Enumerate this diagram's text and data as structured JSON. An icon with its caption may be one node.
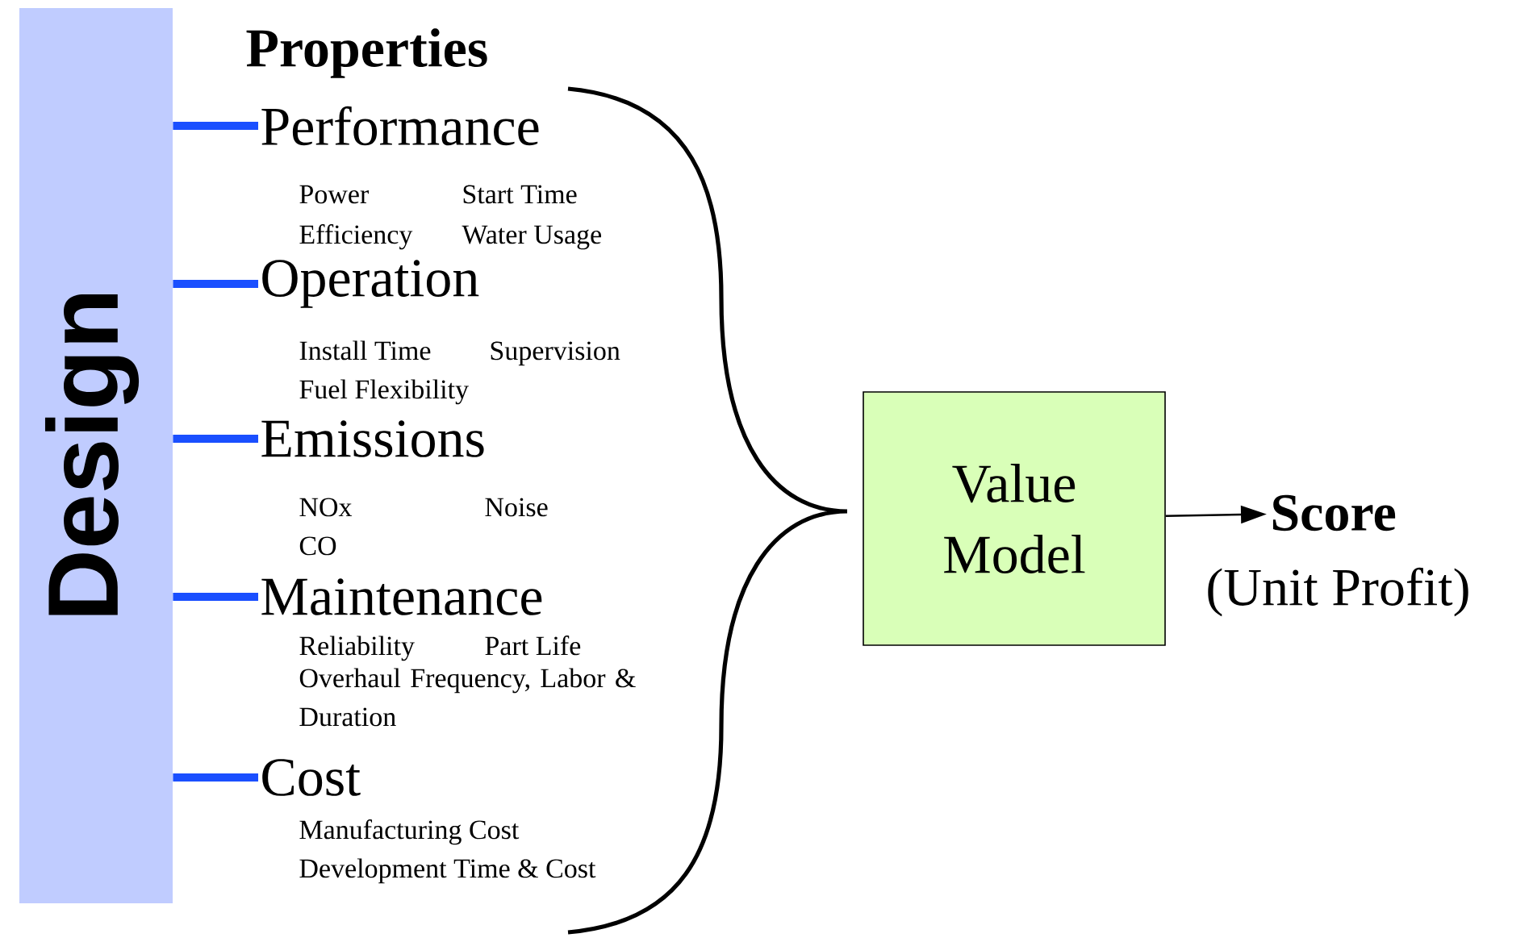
{
  "diagram": {
    "nodes": [
      {
        "text": [
          "Design"
        ]
      },
      {
        "text": [
          "Performance",
          "Power",
          "Start Time",
          "Efficiency",
          "Water Usage"
        ]
      },
      {
        "text": [
          "Operation",
          "Install Time",
          "Supervision",
          "Fuel Flexibility"
        ]
      },
      {
        "text": [
          "Emissions",
          "NOx",
          "Noise",
          "CO"
        ]
      },
      {
        "text": [
          "Maintenance",
          "Reliability",
          "Part Life",
          "Overhaul Frequency, Labor & Duration"
        ]
      },
      {
        "text": [
          "Cost",
          "Manufacturing Cost",
          "Development Time & Cost"
        ]
      },
      {
        "text": [
          "Value Model"
        ]
      },
      {
        "text": [
          "Score",
          "(Unit Profit)"
        ]
      }
    ],
    "edges": [
      {
        "from": 0,
        "to": 1,
        "arrow": "none"
      },
      {
        "from": 0,
        "to": 2,
        "arrow": "none"
      },
      {
        "from": 0,
        "to": 3,
        "arrow": "none"
      },
      {
        "from": 0,
        "to": 4,
        "arrow": "none"
      },
      {
        "from": 0,
        "to": 5,
        "arrow": "none"
      },
      {
        "from": 6,
        "to": 7,
        "arrow": "to",
        "color": "#000000"
      }
    ],
    "labels": [
      "Properties"
    ]
  }
}
